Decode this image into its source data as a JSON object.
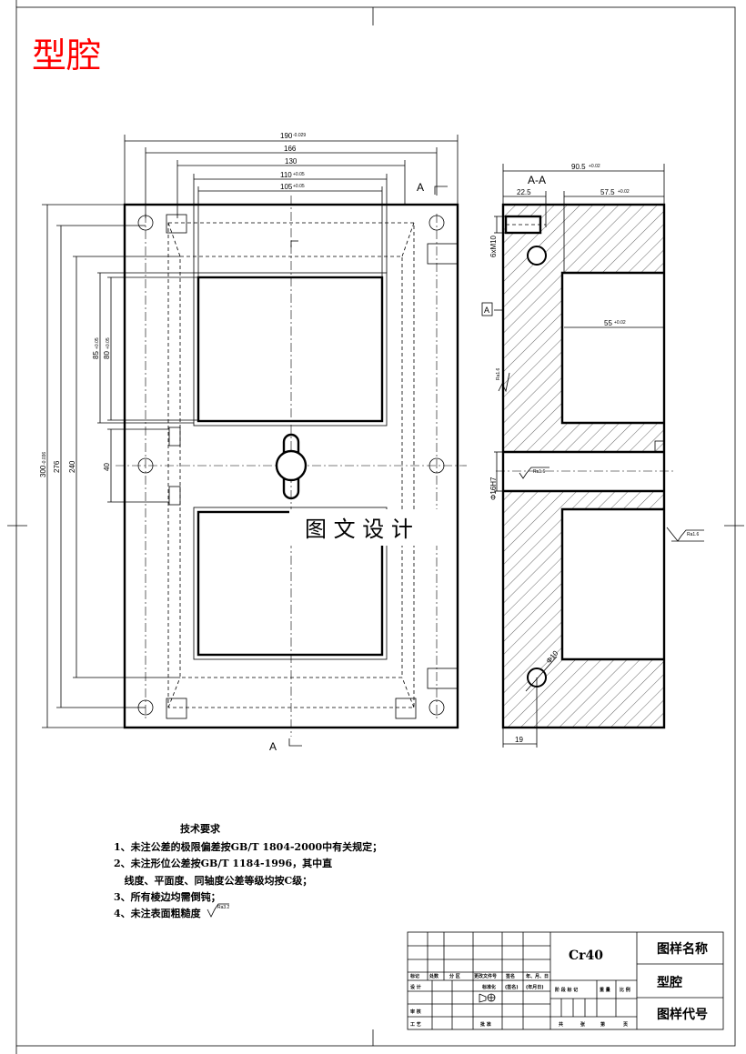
{
  "title": "型腔",
  "title_color": "#ff0000",
  "watermark": "图 文 设 计",
  "plan_view": {
    "dimensions": {
      "overall_width": "190",
      "overall_width_tol": "-0.029",
      "hole_spacing_x": "166",
      "width_130": "130",
      "width_110": "110",
      "width_110_tol": "+0.05",
      "width_105": "105",
      "width_105_tol": "+0.05",
      "overall_height": "300",
      "overall_height_tol": "-0.036",
      "hole_spacing_y": "276",
      "height_240": "240",
      "cavity_85": "85",
      "cavity_85_tol": "+0.05",
      "cavity_80": "80",
      "cavity_80_tol": "+0.05",
      "center_40": "40"
    },
    "section_mark_top": "A",
    "section_mark_bottom": "A"
  },
  "section_view": {
    "label": "A-A",
    "dimensions": {
      "thickness": "90.5",
      "thickness_tol": "+0.02",
      "depth_22_5": "22.5",
      "depth_57_5": "57.5",
      "depth_57_5_tol": "+0.02",
      "pocket_55": "55",
      "pocket_55_tol": "+0.02",
      "thread": "6xM10",
      "bore": "Φ16H7",
      "hole_dia": "Φ10",
      "offset_19": "19"
    },
    "datum": "A",
    "roughness": [
      "Ra1.6",
      "Ra1.6",
      "Ra1.6"
    ]
  },
  "technical_requirements": {
    "heading": "技术要求",
    "items": [
      "1、未注公差的极限偏差按GB/T 1804-2000中有关规定；",
      "2、未注形位公差按GB/T 1184-1996，其中直",
      "   线度、平面度、同轴度公差等级均按C级；",
      "3、所有棱边均需倒钝；",
      "4、未注表面粗糙度"
    ],
    "roughness_symbol": "Ra3.2"
  },
  "title_block": {
    "material": "Cr40",
    "drawing_name_label": "图样名称",
    "drawing_name": "型腔",
    "drawing_code_label": "图样代号",
    "revision_headers": [
      "标记",
      "处数",
      "分 区",
      "更改文件号",
      "签名",
      "年、月、日"
    ],
    "row_design": [
      "设 计",
      "标准化",
      "(签名)",
      "(年月日)"
    ],
    "row_review": "审 核",
    "row_process": "工 艺",
    "row_approve": "批 准",
    "stage_headers": [
      "阶 段 标 记",
      "重 量",
      "比 例"
    ],
    "sheet_row": [
      "共",
      "张",
      "第",
      "页"
    ]
  }
}
